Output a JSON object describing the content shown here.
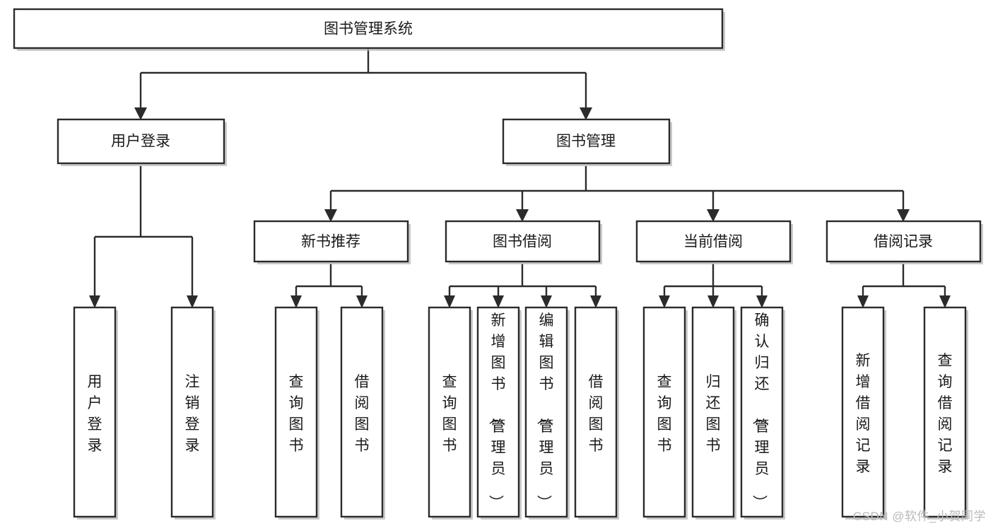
{
  "diagram": {
    "title": "图书管理系统",
    "type": "hierarchy-tree",
    "watermark": "CSDN @软件_小贺同学",
    "colors": {
      "stroke": "#2b2b2b",
      "fill": "#ffffff",
      "text": "#1a1a1a",
      "shadow": "#b8b8b8",
      "watermark": "#b9b9b9"
    },
    "root": {
      "label": "图书管理系统",
      "orientation": "horizontal"
    },
    "level2": [
      {
        "label": "用户登录",
        "orientation": "horizontal"
      },
      {
        "label": "图书管理",
        "orientation": "horizontal"
      }
    ],
    "level3": [
      {
        "label": "新书推荐",
        "orientation": "horizontal"
      },
      {
        "label": "图书借阅",
        "orientation": "horizontal"
      },
      {
        "label": "当前借阅",
        "orientation": "horizontal"
      },
      {
        "label": "借阅记录",
        "orientation": "horizontal"
      }
    ],
    "leaves": {
      "user_login": [
        {
          "label": "用户登录",
          "orientation": "vertical"
        },
        {
          "label": "注销登录",
          "orientation": "vertical"
        }
      ],
      "new_book_recommend": [
        {
          "label": "查询图书",
          "orientation": "vertical"
        },
        {
          "label": "借阅图书",
          "orientation": "vertical"
        }
      ],
      "book_borrow": [
        {
          "label": "查询图书",
          "orientation": "vertical"
        },
        {
          "label": "新增图书（管理员）",
          "orientation": "vertical"
        },
        {
          "label": "编辑图书（管理员）",
          "orientation": "vertical"
        },
        {
          "label": "借阅图书",
          "orientation": "vertical"
        }
      ],
      "current_borrow": [
        {
          "label": "查询图书",
          "orientation": "vertical"
        },
        {
          "label": "归还图书",
          "orientation": "vertical"
        },
        {
          "label": "确认归还（管理员）",
          "orientation": "vertical"
        }
      ],
      "borrow_record": [
        {
          "label": "新增借阅记录",
          "orientation": "vertical"
        },
        {
          "label": "查询借阅记录",
          "orientation": "vertical"
        }
      ]
    }
  }
}
